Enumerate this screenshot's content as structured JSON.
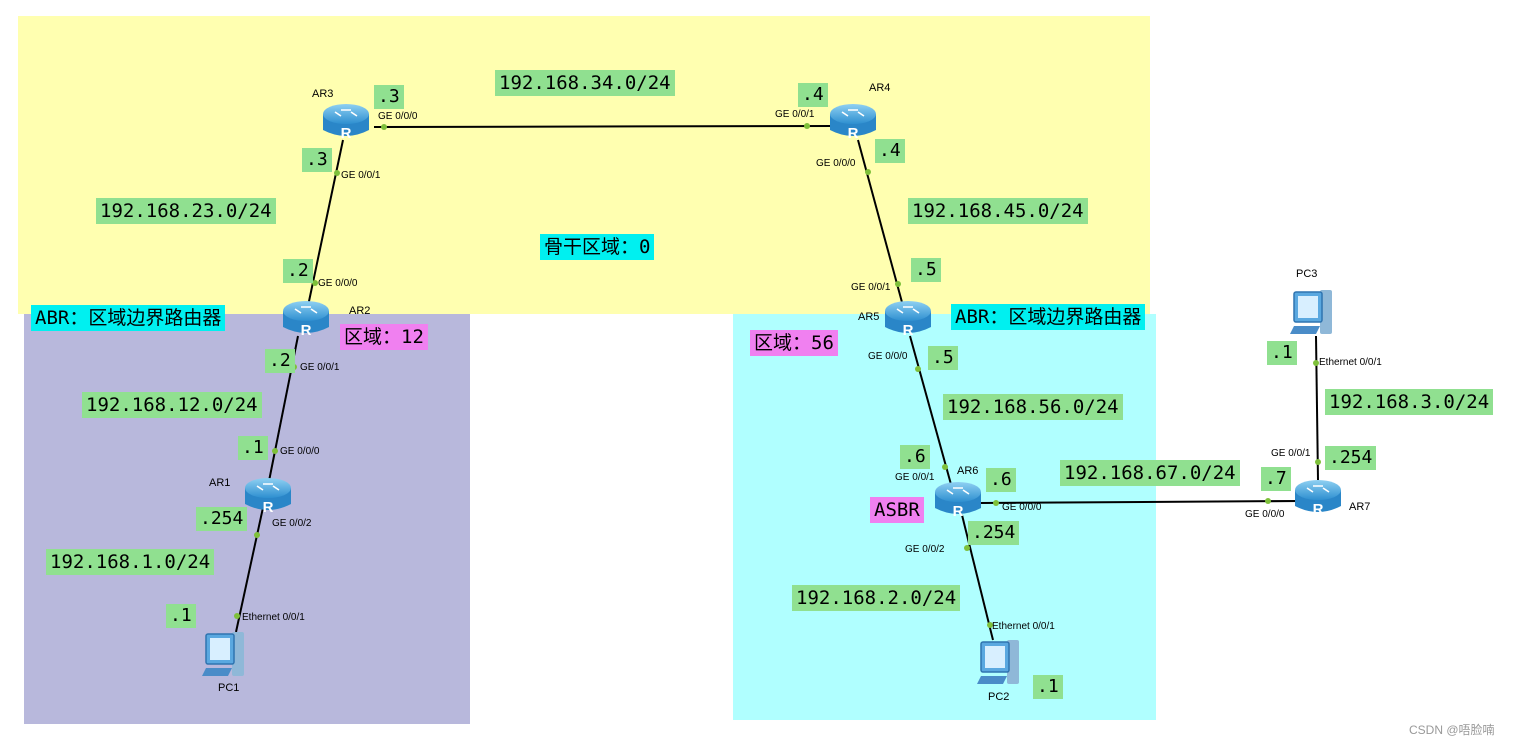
{
  "areas": {
    "backbone": {
      "label": "骨干区域：0",
      "color": "#ffffb0"
    },
    "area12": {
      "label": "区域：12",
      "color": "#b8b8dc"
    },
    "area56": {
      "label": "区域：56",
      "color": "#b0ffff"
    }
  },
  "roles": {
    "abr_left": "ABR：区域边界路由器",
    "abr_right": "ABR：区域边界路由器",
    "asbr": "ASBR"
  },
  "devices": {
    "ar1": "AR1",
    "ar2": "AR2",
    "ar3": "AR3",
    "ar4": "AR4",
    "ar5": "AR5",
    "ar6": "AR6",
    "ar7": "AR7",
    "pc1": "PC1",
    "pc2": "PC2",
    "pc3": "PC3"
  },
  "networks": {
    "n34": "192.168.34.0/24",
    "n23": "192.168.23.0/24",
    "n45": "192.168.45.0/24",
    "n12": "192.168.12.0/24",
    "n1": "192.168.1.0/24",
    "n56": "192.168.56.0/24",
    "n67": "192.168.67.0/24",
    "n3": "192.168.3.0/24",
    "n2": "192.168.2.0/24"
  },
  "addresses": {
    "ar3_g000": ".3",
    "ar3_g001": ".3",
    "ar4_g001": ".4",
    "ar4_g000": ".4",
    "ar2_g000": ".2",
    "ar2_g001": ".2",
    "ar1_g000": ".1",
    "ar1_g002": ".254",
    "pc1": ".1",
    "ar5_g001": ".5",
    "ar5_g000": ".5",
    "ar6_g001": ".6",
    "ar6_g000": ".6",
    "ar6_g002": ".254",
    "ar7_g000": ".7",
    "ar7_g001": ".254",
    "pc3": ".1",
    "pc2": ".1"
  },
  "ports": {
    "ar3_g000": "GE 0/0/0",
    "ar3_g001": "GE 0/0/1",
    "ar4_g001": "GE 0/0/1",
    "ar4_g000": "GE 0/0/0",
    "ar2_g000": "GE 0/0/0",
    "ar2_g001": "GE 0/0/1",
    "ar1_g000": "GE 0/0/0",
    "ar1_g002": "GE 0/0/2",
    "pc1_eth": "Ethernet 0/0/1",
    "ar5_g001": "GE 0/0/1",
    "ar5_g000": "GE 0/0/0",
    "ar6_g001": "GE 0/0/1",
    "ar6_g000": "GE 0/0/0",
    "ar6_g002": "GE 0/0/2",
    "ar7_g000": "GE 0/0/0",
    "ar7_g001": "GE 0/0/1",
    "pc3_eth": "Ethernet 0/0/1",
    "pc2_eth": "Ethernet 0/0/1"
  },
  "watermark": "CSDN @唔脸喃",
  "icons": {
    "router": "router-icon",
    "pc": "pc-icon"
  }
}
